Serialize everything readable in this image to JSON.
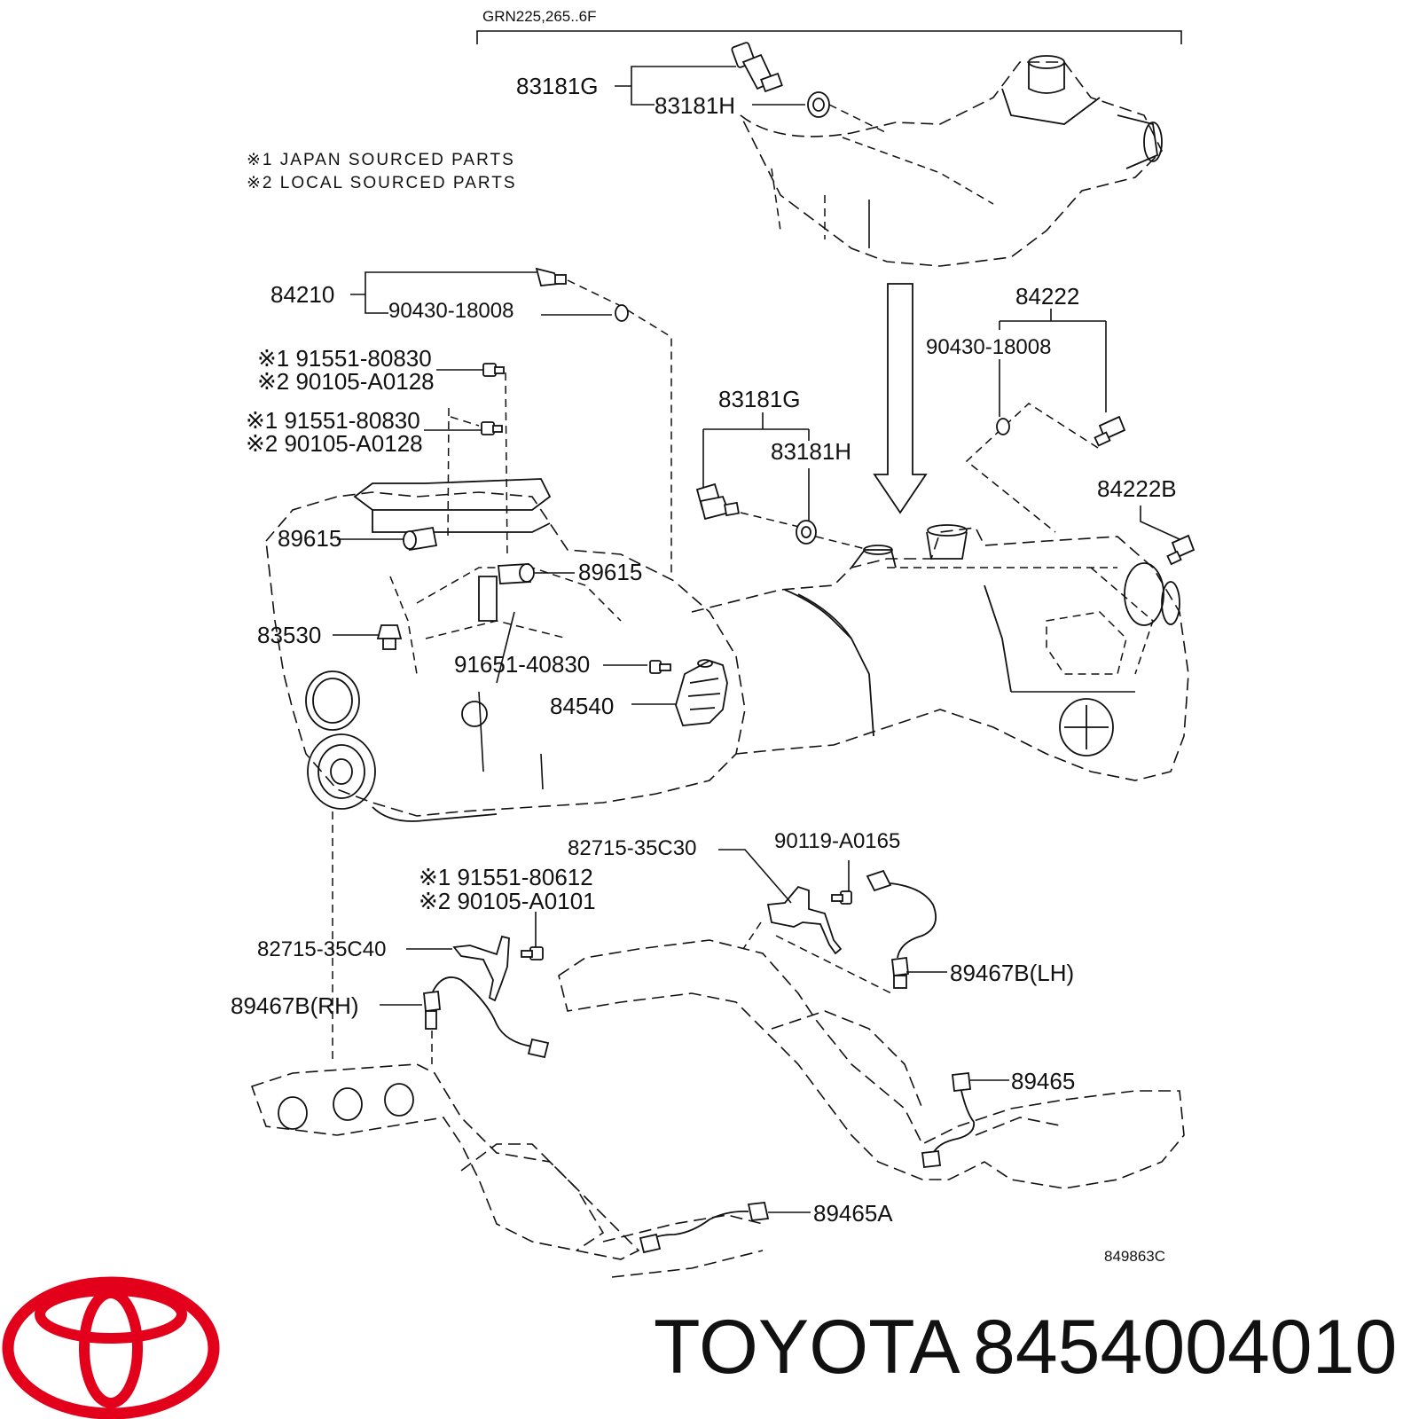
{
  "header": {
    "model_range": "GRN225,265..6F"
  },
  "notes": [
    "※1 JAPAN SOURCED PARTS",
    "※2 LOCAL SOURCED PARTS"
  ],
  "callouts": {
    "c83181G_top": "83181G",
    "c83181H_top": "83181H",
    "c84210": "84210",
    "c90430_left": "90430-18008",
    "c91551_a1": "※1 91551-80830",
    "c90105_a2": "※2 90105-A0128",
    "c91551_b1": "※1 91551-80830",
    "c90105_b2": "※2 90105-A0128",
    "c89615_left": "89615",
    "c89615_right": "89615",
    "c83530": "83530",
    "c91651": "91651-40830",
    "c84540": "84540",
    "c84222": "84222",
    "c90430_right": "90430-18008",
    "c83181G_mid": "83181G",
    "c83181H_mid": "83181H",
    "c84222B": "84222B",
    "c82715_35C30": "82715-35C30",
    "c90119": "90119-A0165",
    "c91551_c1": "※1 91551-80612",
    "c90105_c2": "※2 90105-A0101",
    "c82715_35C40": "82715-35C40",
    "c89467B_LH": "89467B(LH)",
    "c89467B_RH": "89467B(RH)",
    "c89465": "89465",
    "c89465A": "89465A"
  },
  "figure_code": "849863C",
  "brand": {
    "name": "TOYOTA",
    "part_number": "8454004010",
    "logo_color": "#e2001a"
  }
}
